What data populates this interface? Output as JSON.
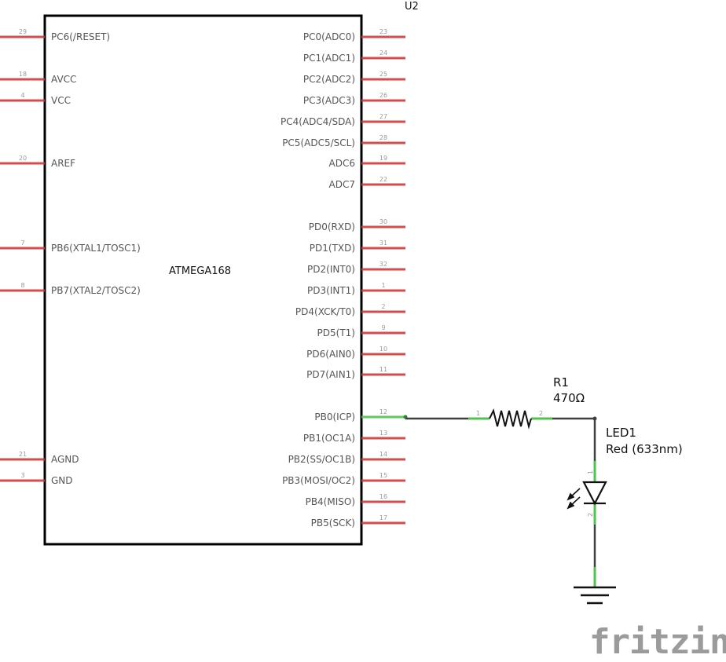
{
  "chip": {
    "ref": "U2",
    "name": "ATMEGA168",
    "left_pins": [
      {
        "name": "PC6(/RESET)",
        "num": "29",
        "row": 0
      },
      {
        "name": "AVCC",
        "num": "18",
        "row": 2
      },
      {
        "name": "VCC",
        "num": "4",
        "row": 3
      },
      {
        "name": "AREF",
        "num": "20",
        "row": 6
      },
      {
        "name": "PB6(XTAL1/TOSC1)",
        "num": "7",
        "row": 10
      },
      {
        "name": "PB7(XTAL2/TOSC2)",
        "num": "8",
        "row": 12
      },
      {
        "name": "AGND",
        "num": "21",
        "row": 20
      },
      {
        "name": "GND",
        "num": "3",
        "row": 21
      }
    ],
    "right_pins": [
      {
        "name": "PC0(ADC0)",
        "num": "23",
        "row": 0
      },
      {
        "name": "PC1(ADC1)",
        "num": "24",
        "row": 1
      },
      {
        "name": "PC2(ADC2)",
        "num": "25",
        "row": 2
      },
      {
        "name": "PC3(ADC3)",
        "num": "26",
        "row": 3
      },
      {
        "name": "PC4(ADC4/SDA)",
        "num": "27",
        "row": 4
      },
      {
        "name": "PC5(ADC5/SCL)",
        "num": "28",
        "row": 5
      },
      {
        "name": "ADC6",
        "num": "19",
        "row": 6
      },
      {
        "name": "ADC7",
        "num": "22",
        "row": 7
      },
      {
        "name": "PD0(RXD)",
        "num": "30",
        "row": 9
      },
      {
        "name": "PD1(TXD)",
        "num": "31",
        "row": 10
      },
      {
        "name": "PD2(INT0)",
        "num": "32",
        "row": 11
      },
      {
        "name": "PD3(INT1)",
        "num": "1",
        "row": 12
      },
      {
        "name": "PD4(XCK/T0)",
        "num": "2",
        "row": 13
      },
      {
        "name": "PD5(T1)",
        "num": "9",
        "row": 14
      },
      {
        "name": "PD6(AIN0)",
        "num": "10",
        "row": 15
      },
      {
        "name": "PD7(AIN1)",
        "num": "11",
        "row": 16
      },
      {
        "name": "PB0(ICP)",
        "num": "12",
        "row": 18,
        "connected": true
      },
      {
        "name": "PB1(OC1A)",
        "num": "13",
        "row": 19
      },
      {
        "name": "PB2(SS/OC1B)",
        "num": "14",
        "row": 20
      },
      {
        "name": "PB3(MOSI/OC2)",
        "num": "15",
        "row": 21
      },
      {
        "name": "PB4(MISO)",
        "num": "16",
        "row": 22
      },
      {
        "name": "PB5(SCK)",
        "num": "17",
        "row": 23
      }
    ]
  },
  "resistor": {
    "ref": "R1",
    "value": "470Ω",
    "pin1": "1",
    "pin2": "2"
  },
  "led": {
    "ref": "LED1",
    "value": "Red (633nm)",
    "pin1": "1",
    "pin2": "2"
  },
  "logo": "fritzing",
  "colors": {
    "unconnected_pin": "#d0393b",
    "connected_pin": "#4cc54c",
    "wire": "#404040",
    "outline": "#000000"
  }
}
